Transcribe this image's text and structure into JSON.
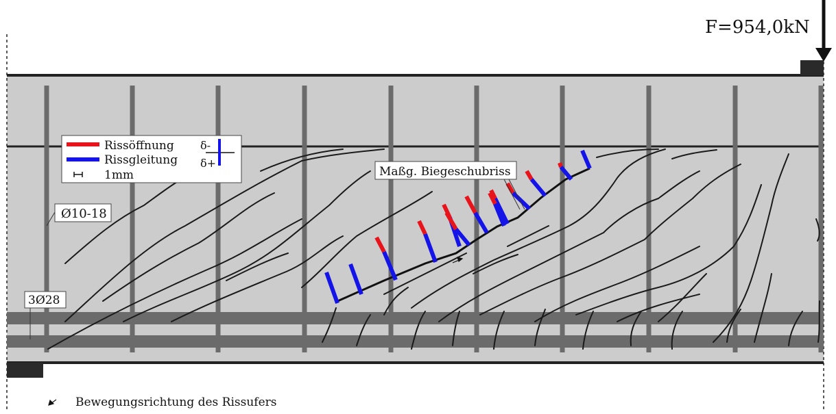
{
  "load": {
    "label": "F=954,0kN"
  },
  "legend": {
    "items": [
      {
        "label": "Rissöffnung",
        "color": "#e8141c"
      },
      {
        "label": "Rissgleitung",
        "color": "#1414e8"
      },
      {
        "label": "1mm"
      }
    ],
    "sign_minus": "δ-",
    "sign_plus": "δ+"
  },
  "labels": {
    "stirrups": "Ø10-18",
    "long_bars": "3Ø28",
    "critical_crack": "Maßg. Biegeschubriss",
    "footnote": "Bewegungsrichtung des Rissufers"
  },
  "colors": {
    "concrete": "#cccccc",
    "rebar": "#6b6b6b",
    "crack": "#1a1a1a",
    "opening": "#e8141c",
    "sliding": "#1414e8"
  },
  "arrow_icon": "arrow-down-left-icon"
}
